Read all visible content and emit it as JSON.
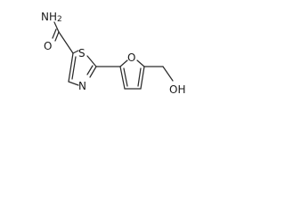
{
  "molecule": {
    "atom_labels": {
      "amide_n": "NH",
      "amide_n_sub": "2",
      "amide_o": "O",
      "thiazole_s": "S",
      "thiazole_n": "N",
      "furan_o": "O",
      "hydroxyl": "OH"
    }
  }
}
